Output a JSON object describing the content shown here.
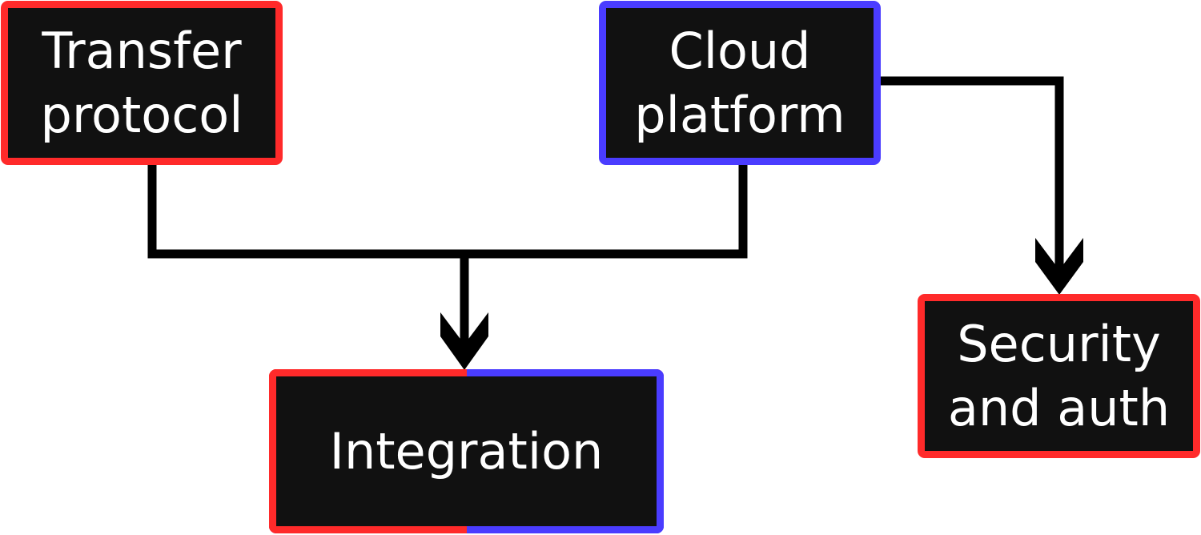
{
  "diagram": {
    "nodes": [
      {
        "id": "transfer-protocol",
        "lines": [
          "Transfer",
          "protocol"
        ],
        "border_color": "#ff2a2a"
      },
      {
        "id": "cloud-platform",
        "lines": [
          "Cloud",
          "platform"
        ],
        "border_color": "#4a3cff"
      },
      {
        "id": "integration",
        "lines": [
          "Integration"
        ],
        "border_colors": [
          "#ff2a2a",
          "#4a3cff"
        ]
      },
      {
        "id": "security-auth",
        "lines": [
          "Security",
          "and auth"
        ],
        "border_color": "#ff2a2a"
      }
    ],
    "edges": [
      {
        "from": "transfer-protocol",
        "to": "integration"
      },
      {
        "from": "cloud-platform",
        "to": "integration"
      },
      {
        "from": "cloud-platform",
        "to": "security-auth"
      }
    ],
    "colors": {
      "node_fill": "#111111",
      "node_text": "#ffffff",
      "connector": "#000000",
      "red": "#ff2a2a",
      "blue": "#4a3cff"
    }
  }
}
